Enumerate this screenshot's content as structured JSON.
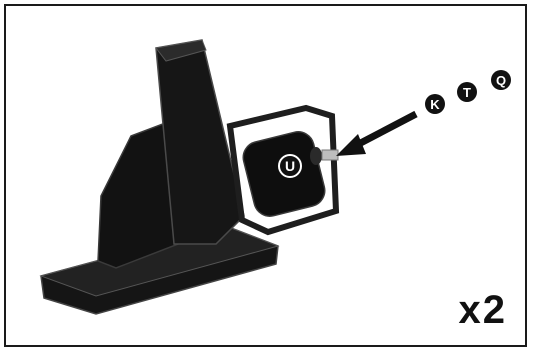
{
  "figure": {
    "quantity_label": "x2",
    "part_labels": {
      "roller": "U",
      "hardware": [
        "K",
        "T",
        "Q"
      ]
    },
    "colors": {
      "part_fill": "#141414",
      "part_edge": "#3a3a3a",
      "badge": "#111111",
      "badge_text": "#ffffff"
    }
  }
}
